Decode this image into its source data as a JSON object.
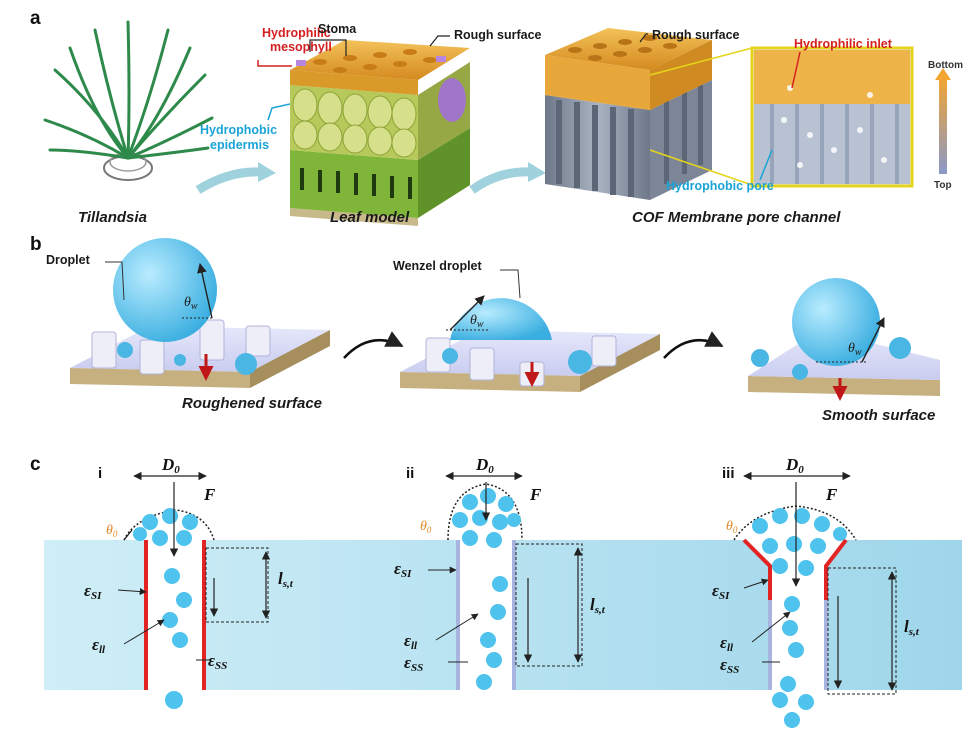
{
  "panels": {
    "a": "a",
    "b": "b",
    "c": "c"
  },
  "panel_a": {
    "captions": {
      "plant": "Tillandsia",
      "leaf": "Leaf model",
      "cof": "COF Membrane pore channel"
    },
    "labels": {
      "hydrophilic_mesophyll_1": "Hydrophilic",
      "hydrophilic_mesophyll_2": "mesophyll",
      "stoma": "Stoma",
      "rough_surface_leaf": "Rough surface",
      "hydrophobic_epidermis_1": "Hydrophobic",
      "hydrophobic_epidermis_2": "epidermis",
      "rough_surface_cof": "Rough surface",
      "hydrophilic_inlet": "Hydrophilic inlet",
      "hydrophobic_pore": "Hydrophobic pore",
      "bottom": "Bottom",
      "top": "Top"
    },
    "colors": {
      "red_label": "#d42020",
      "blue_label": "#1aa3d6",
      "membrane_gold": "#e8a431",
      "pore_gray": "#8a95a5"
    }
  },
  "panel_b": {
    "labels": {
      "droplet": "Droplet",
      "wenzel": "Wenzel droplet",
      "roughened": "Roughened surface",
      "smooth": "Smooth surface",
      "theta": "θ",
      "theta_sub": "w"
    }
  },
  "panel_c": {
    "romans": [
      "i",
      "ii",
      "iii"
    ],
    "symbols": {
      "D": "D",
      "D_sub": "0",
      "F": "F",
      "theta": "θ",
      "theta_sub": "0",
      "eps": "ε",
      "SI": "SI",
      "ll": "ll",
      "SS": "SS",
      "l": "l",
      "l_sub": "s,t"
    },
    "colors": {
      "water": "#bfe6f2",
      "wall_red": "#e22424",
      "wall_blue": "#a8b4e0",
      "bubble": "#4ec3ee"
    }
  }
}
